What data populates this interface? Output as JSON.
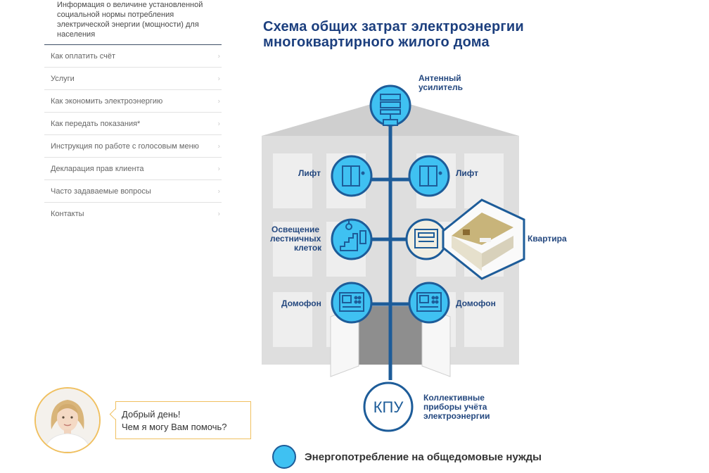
{
  "sidebar": {
    "top_item": "Информация о величине установленной социальной нормы потребления электрической энергии (мощности) для населения",
    "items": [
      {
        "label": "Как оплатить счёт"
      },
      {
        "label": "Услуги"
      },
      {
        "label": "Как экономить электроэнергию"
      },
      {
        "label": "Как передать показания*"
      },
      {
        "label": "Инструкция по работе с голосовым меню"
      },
      {
        "label": "Декларация прав клиента"
      },
      {
        "label": "Часто задаваемые вопросы"
      },
      {
        "label": "Контакты"
      }
    ],
    "chevron": "›"
  },
  "chat": {
    "greeting_line1": "Добрый день!",
    "greeting_line2": "Чем я могу Вам помочь?"
  },
  "diagram": {
    "title_line1": "Схема общих затрат электроэнергии",
    "title_line2": "многоквартирного жилого дома",
    "antenna_line1": "Антенный",
    "antenna_line2": "усилитель",
    "lift_left": "Лифт",
    "lift_right": "Лифт",
    "lighting_line1": "Освещение",
    "lighting_line2": "лестничных",
    "lighting_line3": "клеток",
    "apartment": "Квартира",
    "intercom_left": "Домофон",
    "intercom_right": "Домофон",
    "kpu": "КПУ",
    "meters_line1": "Коллективные",
    "meters_line2": "приборы учёта",
    "meters_line3": "электроэнергии",
    "legend": "Энергопотребление на общедомовые нужды"
  },
  "colors": {
    "navy": "#1c3f7e",
    "line": "#1d5c99",
    "node_fill": "#3fc1f2",
    "building": "#dcdcdc",
    "accent": "#f0c060"
  }
}
